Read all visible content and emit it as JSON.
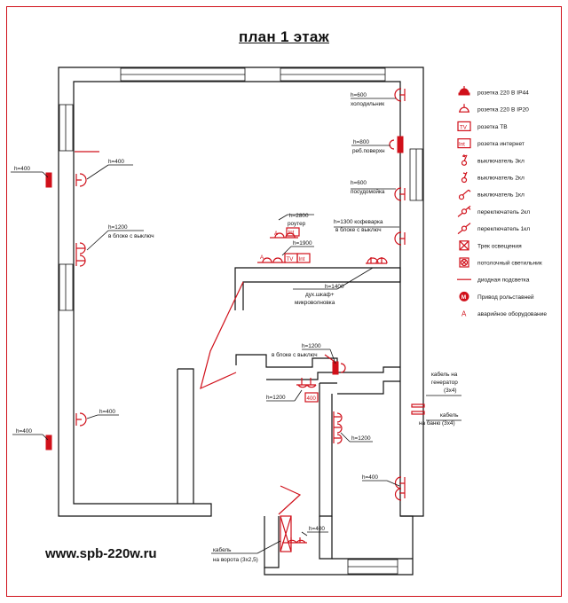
{
  "title": "план 1 этаж",
  "website": "www.spb-220w.ru",
  "legend": [
    {
      "label": "розетка 220 В IP44",
      "icon": "socket-ip44-icon"
    },
    {
      "label": "розетка 220 В IP20",
      "icon": "socket-ip20-icon"
    },
    {
      "label": "розетка ТВ",
      "icon": "tv-socket-icon"
    },
    {
      "label": "розетка интернет",
      "icon": "internet-socket-icon"
    },
    {
      "label": "выключатель 3кл",
      "icon": "switch-3key-icon"
    },
    {
      "label": "выключатель 2кл",
      "icon": "switch-2key-icon"
    },
    {
      "label": "выключатель 1кл",
      "icon": "switch-1key-icon"
    },
    {
      "label": "переключатель 2кл",
      "icon": "toggle-2key-icon"
    },
    {
      "label": "переключатель 1кл",
      "icon": "toggle-1key-icon"
    },
    {
      "label": "Трек освещения",
      "icon": "light-track-icon"
    },
    {
      "label": "потолочный светильник",
      "icon": "ceiling-lamp-icon"
    },
    {
      "label": "диодная подсветка",
      "icon": "led-strip-icon"
    },
    {
      "label": "Привод рольставней",
      "icon": "shutter-drive-icon"
    },
    {
      "label": "аварийное оборудование",
      "icon": "emergency-icon"
    }
  ],
  "icon_text": {
    "tv": "TV",
    "int": "Int",
    "motor": "M",
    "emergency": "A"
  },
  "annotations": {
    "fridge_h": "h=600",
    "fridge": "холодильник",
    "rib_h": "h=800",
    "rib": "реб.поверхн",
    "dish_h": "h=600",
    "dish": "посудомойка",
    "coffee_h": "h=1300 кофеварка",
    "coffee": "в блоке с выключ",
    "router_h": "h=2800",
    "router": "роутер",
    "tv_h": "h=1900",
    "ext400": "h=400",
    "left_block_h": "h=1200",
    "left_block": "в блоке с выключ",
    "oven_h": "h=1400",
    "oven1": "дух.шкаф+",
    "oven2": "микроволновка",
    "mid_block_h": "h=1200",
    "mid_block": "в блоке с выключ",
    "left_lower_h": "h=400",
    "hall_h": "h=1200",
    "hall_red": "400",
    "right_mid_h": "h=1200",
    "right_low_h": "h=400",
    "gen_cable": "кабель на",
    "gen_cable2": "генератор",
    "gen_cable3": "(3х4)",
    "bath_cable": "кабель",
    "bath_cable2": "на баню (3х4)",
    "bottom_h": "h=400",
    "gate_cable": "кабель",
    "gate_cable2": "на ворота (3х2,5)",
    "ext400_lower": "h=400"
  }
}
